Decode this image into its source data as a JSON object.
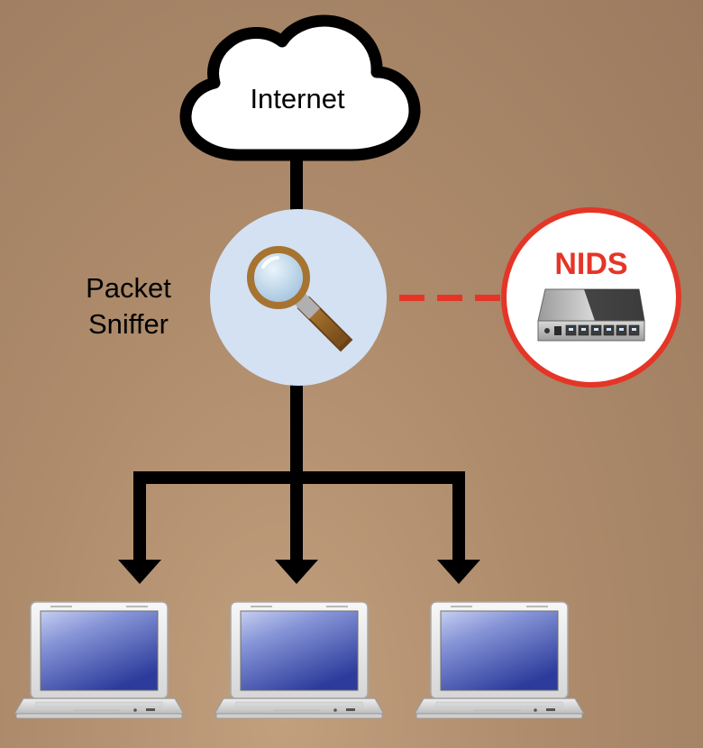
{
  "nodes": {
    "internet": {
      "label": "Internet",
      "icon": "cloud-icon"
    },
    "sniffer": {
      "label_line1": "Packet",
      "label_line2": "Sniffer",
      "icon": "magnifying-glass-icon"
    },
    "nids": {
      "label": "NIDS",
      "icon": "network-switch-icon"
    },
    "clients": [
      {
        "icon": "laptop-icon"
      },
      {
        "icon": "laptop-icon"
      },
      {
        "icon": "laptop-icon"
      }
    ]
  },
  "colors": {
    "line": "#000000",
    "sniffer_fill": "#d3e1f3",
    "nids_ring": "#e53527",
    "dashed_link": "#e53527"
  }
}
